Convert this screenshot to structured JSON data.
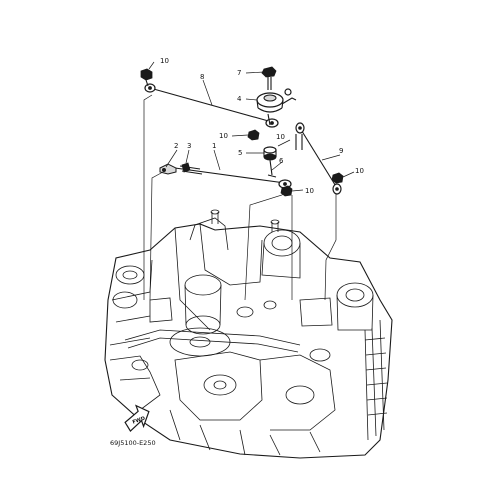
{
  "callouts": {
    "c1": "1",
    "c2": "2",
    "c3": "3",
    "c4": "4",
    "c5": "5",
    "c6": "6",
    "c7": "7",
    "c8": "8",
    "c9": "9",
    "c10a": "10",
    "c10b": "10",
    "c10c": "10",
    "c10d": "10",
    "c10e": "10"
  },
  "fwd_label": "FWD",
  "diagram_code": "69J5100-E250"
}
